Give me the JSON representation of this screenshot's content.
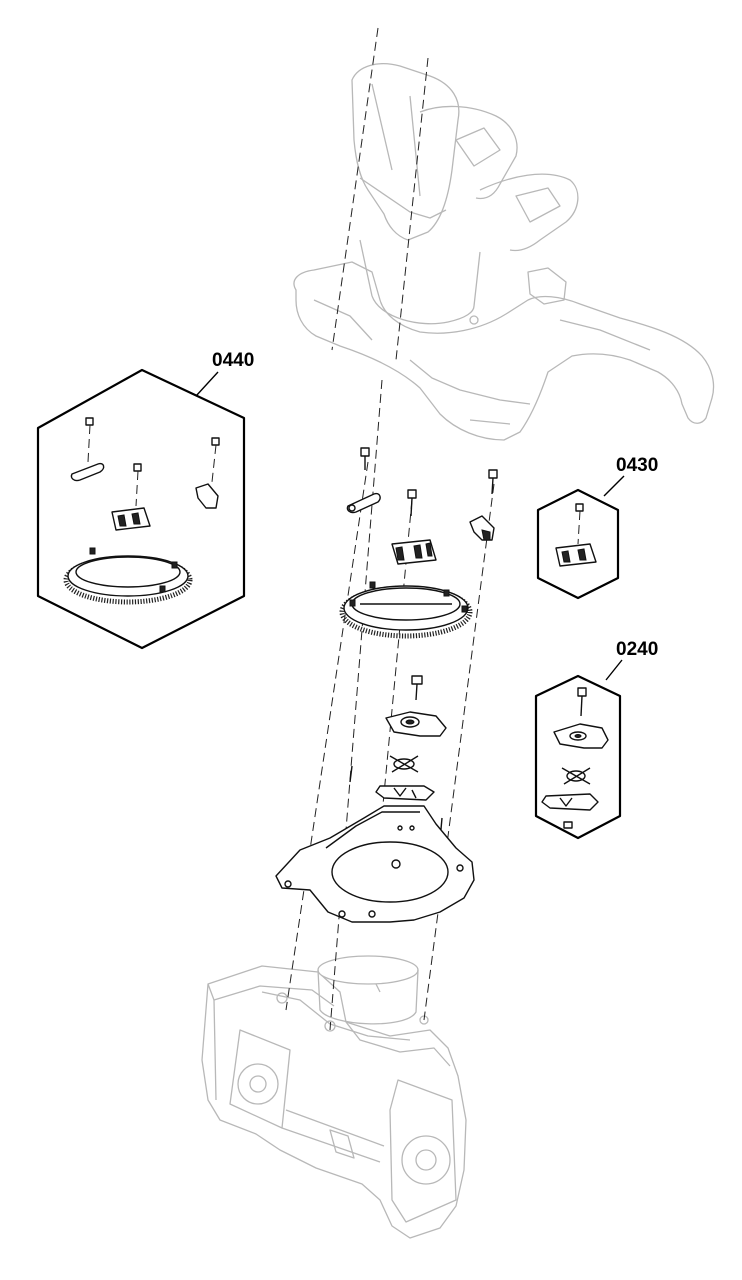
{
  "callouts": {
    "c0440": {
      "label": "0440"
    },
    "c0430": {
      "label": "0430"
    },
    "c0240": {
      "label": "0240"
    }
  },
  "colors": {
    "line": "#111111",
    "ghost": "#b8b8b8",
    "background": "#ffffff"
  }
}
